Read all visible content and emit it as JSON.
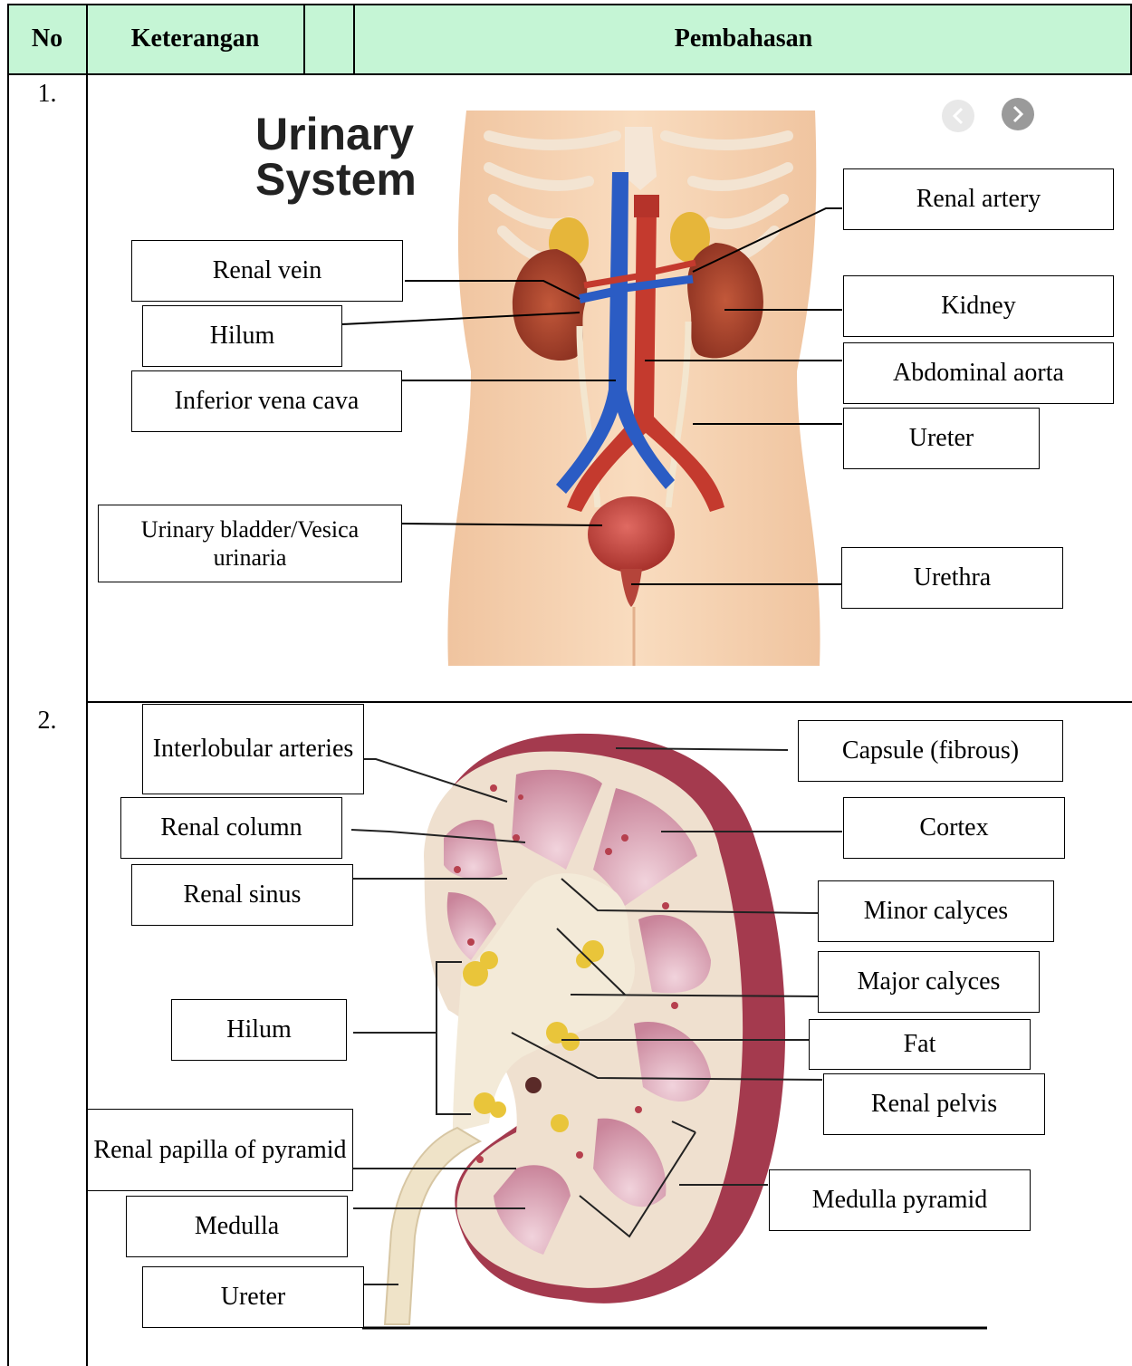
{
  "table": {
    "headers": {
      "no": "No",
      "keterangan": "Keterangan",
      "pembahasan": "Pembahasan"
    },
    "rows": [
      {
        "no": "1."
      },
      {
        "no": "2."
      }
    ]
  },
  "urinary": {
    "title_line1": "Urinary",
    "title_line2": "System",
    "labels": {
      "renal_vein": "Renal vein",
      "hilum": "Hilum",
      "ivc": "Inferior vena cava",
      "bladder": "Urinary bladder/Vesica urinaria",
      "renal_artery": "Renal artery",
      "kidney": "Kidney",
      "abdominal_aorta": "Abdominal aorta",
      "ureter": "Ureter",
      "urethra": "Urethra"
    }
  },
  "kidney": {
    "labels": {
      "interlobular": "Interlobular arteries",
      "renal_column": "Renal column",
      "renal_sinus": "Renal sinus",
      "hilum": "Hilum",
      "papilla": "Renal papilla of pyramid",
      "medulla": "Medulla",
      "ureter": "Ureter",
      "capsule": "Capsule (fibrous)",
      "cortex": "Cortex",
      "minor_calyces": "Minor calyces",
      "major_calyces": "Major calyces",
      "fat": "Fat",
      "renal_pelvis": "Renal pelvis",
      "medulla_pyramid": "Medulla pyramid"
    }
  },
  "colors": {
    "header_bg": "#c5f5d5",
    "skin": "#f6d2b0",
    "vein": "#2b5cc4",
    "artery": "#c43a2e",
    "kidney": "#a5432a",
    "capsule": "#a43a4e",
    "medulla": "#d9a0b0",
    "pelvis": "#f3ead8"
  }
}
